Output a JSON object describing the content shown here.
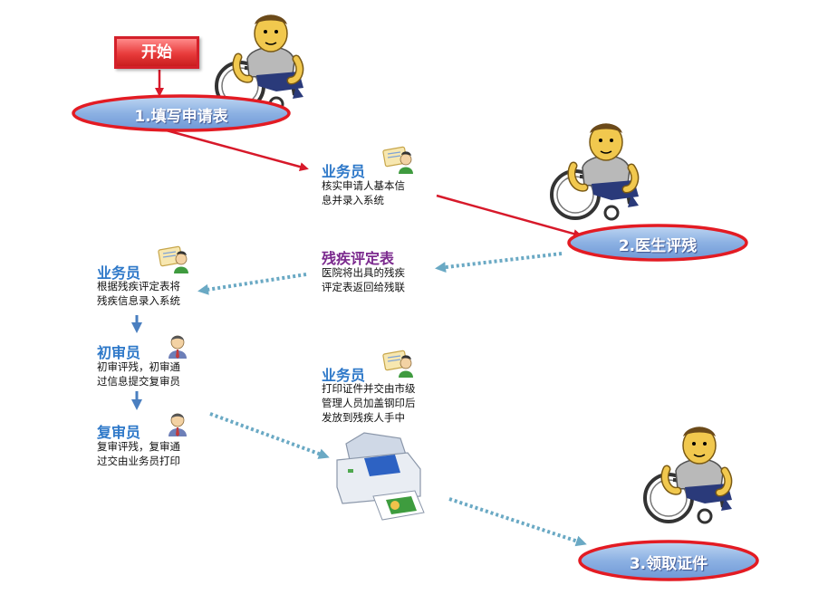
{
  "start": {
    "label": "开始"
  },
  "steps": [
    {
      "label": "1.填写申请表"
    },
    {
      "label": "2.医生评残"
    },
    {
      "label": "3.领取证件"
    }
  ],
  "cards": {
    "clerk_verify": {
      "title": "业务员",
      "lines": [
        "核实申请人基本信",
        "息并录入系统"
      ]
    },
    "assessment": {
      "title": "残疾评定表",
      "lines": [
        "医院将出具的残疾",
        "评定表返回给残联"
      ]
    },
    "clerk_enter": {
      "title": "业务员",
      "lines": [
        "根据残疾评定表将",
        "残疾信息录入系统"
      ]
    },
    "first_review": {
      "title": "初审员",
      "lines": [
        "初审评残，初审通",
        "过信息提交复审员"
      ]
    },
    "second_review": {
      "title": "复审员",
      "lines": [
        "复审评残，复审通",
        "过交由业务员打印"
      ]
    },
    "clerk_print": {
      "title": "业务员",
      "lines": [
        "打印证件并交由市级",
        "管理人员加盖钢印后",
        "发放到残疾人手中"
      ]
    }
  },
  "colors": {
    "red_arrow": "#d7192a",
    "teal_arrow": "#6aa9c4",
    "blue_arrow": "#4a7fc0",
    "role_blue": "#2f79c9",
    "role_purple": "#7b2a8e"
  },
  "icons": [
    "wheelchair-person-icon",
    "document-clerk-icon",
    "reviewer-avatar-icon",
    "printer-icon"
  ]
}
